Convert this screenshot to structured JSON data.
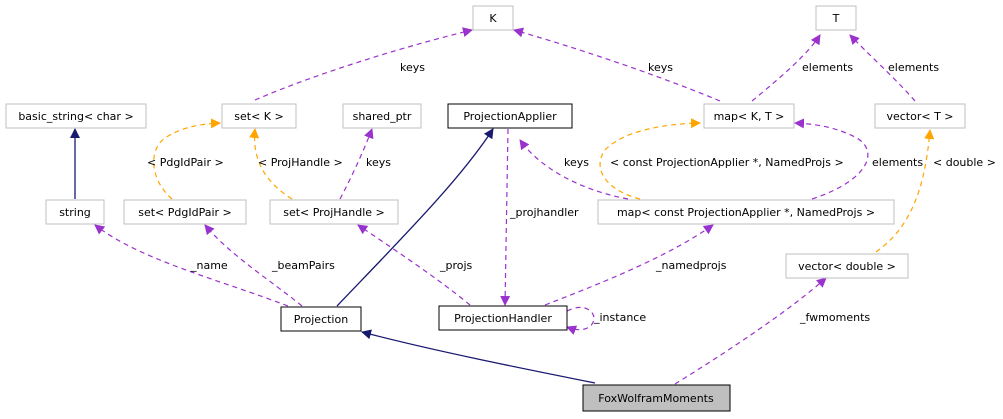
{
  "nodes": {
    "K": "K",
    "T": "T",
    "basic_string": "basic_string< char >",
    "set_k": "set< K >",
    "shared_ptr": "shared_ptr",
    "projection_applier": "ProjectionApplier",
    "map_kt": "map< K, T >",
    "vector_t": "vector< T >",
    "string": "string",
    "set_pdgid": "set< PdgIdPair >",
    "set_projhandle": "set< ProjHandle >",
    "map_named": "map< const ProjectionApplier *, NamedProjs >",
    "vector_double": "vector< double >",
    "projection": "Projection",
    "projection_handler": "ProjectionHandler",
    "fox_wolfram": "FoxWolframMoments"
  },
  "edge_labels": {
    "setk_keys": "keys",
    "mapkt_keys": "keys",
    "mapkt_elements": "elements",
    "vectort_elements": "elements",
    "pdgidpair_tmpl": "< PdgIdPair >",
    "projhandle_tmpl": "< ProjHandle >",
    "shared_keys": "keys",
    "named_tmpl": "< const ProjectionApplier *, NamedProjs >",
    "named_keys": "keys",
    "named_elements": "elements",
    "double_tmpl": "< double >",
    "projhandler": "_projhandler",
    "name": "_name",
    "beampairs": "_beamPairs",
    "projs": "_projs",
    "namedprojs": "_namedprojs",
    "instance": "_instance",
    "fwmoments": "_fwmoments"
  },
  "colors": {
    "inheritance": "#191970",
    "usage": "#9a32cd",
    "template": "#ffa500",
    "focus_fill": "#bfbfbf"
  }
}
